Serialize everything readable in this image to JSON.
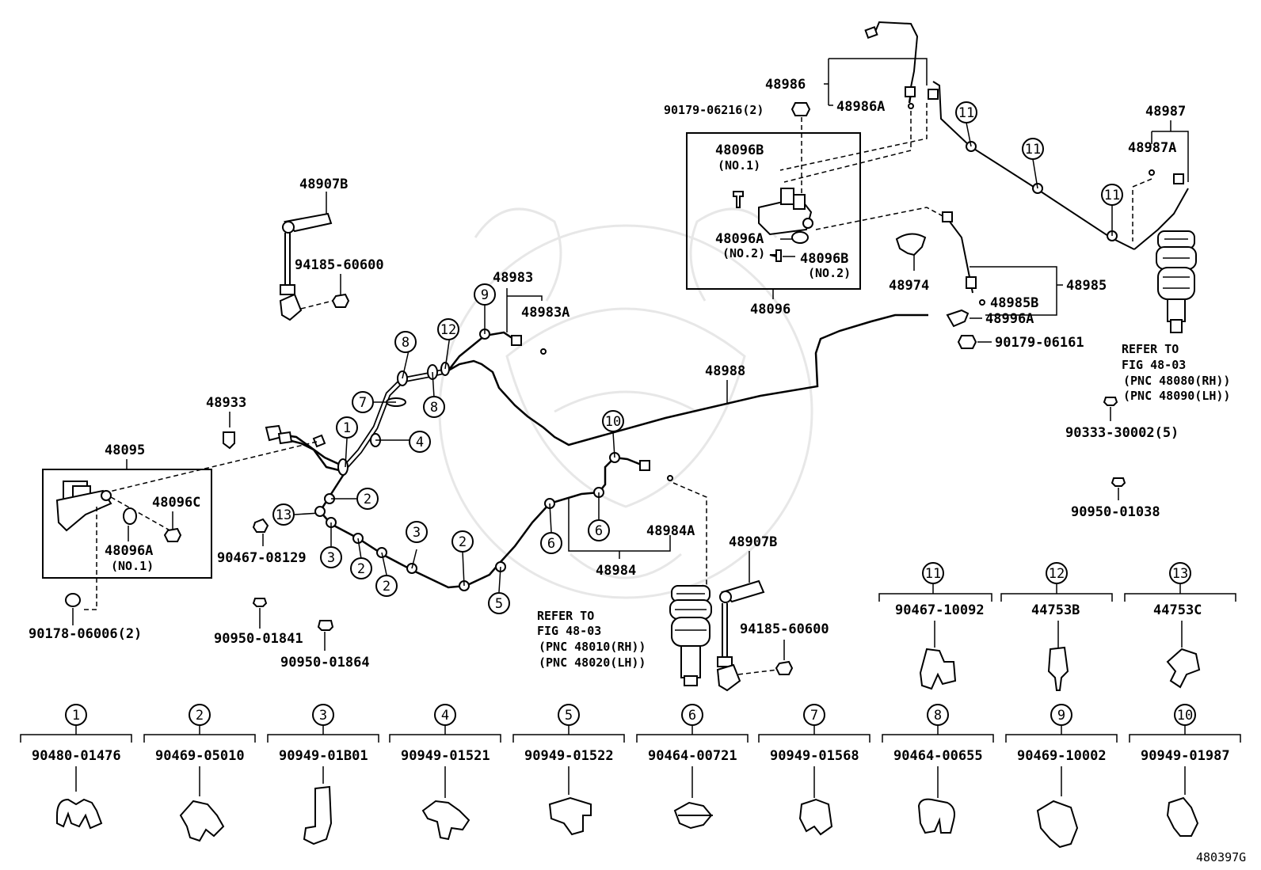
{
  "diagram_id": "480397G",
  "labels": {
    "p48986": "48986",
    "p48986A": "48986A",
    "p90179_06216": "90179-06216(2)",
    "p48987": "48987",
    "p48987A": "48987A",
    "p48096B_1": "48096B",
    "no1_a": "(NO.1)",
    "p48096A_2": "48096A",
    "no2_a": "(NO.2)",
    "p48096B_2": "48096B",
    "no2_b": "(NO.2)",
    "p48096": "48096",
    "p48907B_top": "48907B",
    "p94185_top": "94185-60600",
    "p48974": "48974",
    "p48985": "48985",
    "p48985B": "48985B",
    "p48996A": "48996A",
    "p90179_06161": "90179-06161",
    "p48983": "48983",
    "p48983A": "48983A",
    "p48988": "48988",
    "p48933": "48933",
    "p48095": "48095",
    "p48096C": "48096C",
    "p48096A_1": "48096A",
    "no1_b": "(NO.1)",
    "p90178": "90178-06006(2)",
    "p90467_08129": "90467-08129",
    "p90950_01841": "90950-01841",
    "p90950_01864": "90950-01864",
    "p48984A": "48984A",
    "p48984": "48984",
    "p48907B_bot": "48907B",
    "p94185_bot": "94185-60600",
    "p90333": "90333-30002(5)",
    "p90950_01038": "90950-01038"
  },
  "refer_front": {
    "line1": "REFER TO",
    "line2": "FIG 48-03",
    "line3": "(PNC 48010(RH))",
    "line4": "(PNC 48020(LH))"
  },
  "refer_rear": {
    "line1": "REFER TO",
    "line2": "FIG 48-03",
    "line3": "(PNC 48080(RH))",
    "line4": "(PNC 48090(LH))"
  },
  "pipe_bubbles": [
    "1",
    "2",
    "2",
    "2",
    "2",
    "3",
    "3",
    "4",
    "5",
    "6",
    "6",
    "7",
    "8",
    "8",
    "9",
    "10",
    "11",
    "11",
    "11",
    "12",
    "13"
  ],
  "legend_row1": [
    {
      "num": "11",
      "part": "90467-10092"
    },
    {
      "num": "12",
      "part": "44753B"
    },
    {
      "num": "13",
      "part": "44753C"
    }
  ],
  "legend_row2": [
    {
      "num": "1",
      "part": "90480-01476"
    },
    {
      "num": "2",
      "part": "90469-05010"
    },
    {
      "num": "3",
      "part": "90949-01B01"
    },
    {
      "num": "4",
      "part": "90949-01521"
    },
    {
      "num": "5",
      "part": "90949-01522"
    },
    {
      "num": "6",
      "part": "90464-00721"
    },
    {
      "num": "7",
      "part": "90949-01568"
    },
    {
      "num": "8",
      "part": "90464-00655"
    },
    {
      "num": "9",
      "part": "90469-10002"
    },
    {
      "num": "10",
      "part": "90949-01987"
    }
  ],
  "icons": [
    "height-control-sensor-icon",
    "link-rod-icon",
    "air-spring-strut-icon",
    "clamp-icon",
    "bolt-icon",
    "nut-icon",
    "watermark-emblem-icon"
  ]
}
